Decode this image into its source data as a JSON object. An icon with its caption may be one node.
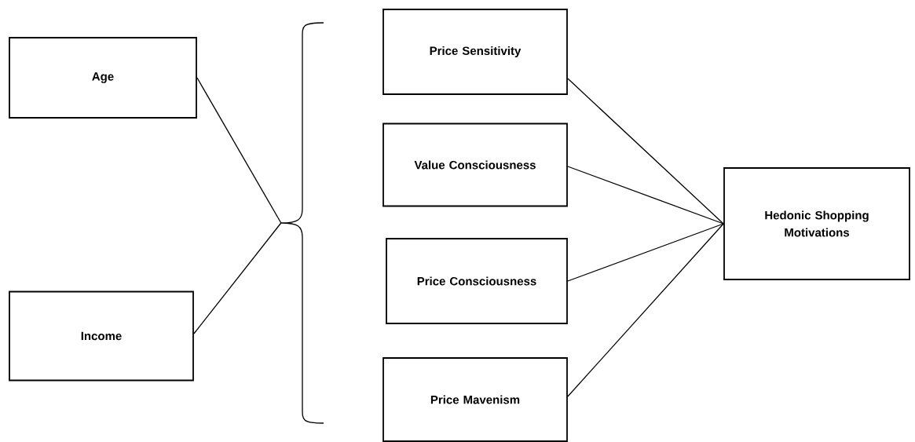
{
  "diagram": {
    "nodes": [
      {
        "text": [
          "Age"
        ]
      },
      {
        "text": [
          "Income"
        ]
      },
      {
        "text": [],
        "shape": "bracket"
      },
      {
        "text": [
          "Price Sensitivity"
        ]
      },
      {
        "text": [
          "Value Consciousness"
        ]
      },
      {
        "text": [
          "Price Consciousness"
        ]
      },
      {
        "text": [
          "Price Mavenism"
        ]
      },
      {
        "text": [
          "Hedonic Shopping Motivations"
        ]
      }
    ],
    "edges": [
      {
        "from": 0,
        "to": 2,
        "arrow": "none"
      },
      {
        "from": 1,
        "to": 2,
        "arrow": "none"
      },
      {
        "from": 3,
        "to": 7,
        "arrow": "none"
      },
      {
        "from": 4,
        "to": 7,
        "arrow": "none"
      },
      {
        "from": 5,
        "to": 7,
        "arrow": "none"
      },
      {
        "from": 6,
        "to": 7,
        "arrow": "none"
      }
    ]
  }
}
